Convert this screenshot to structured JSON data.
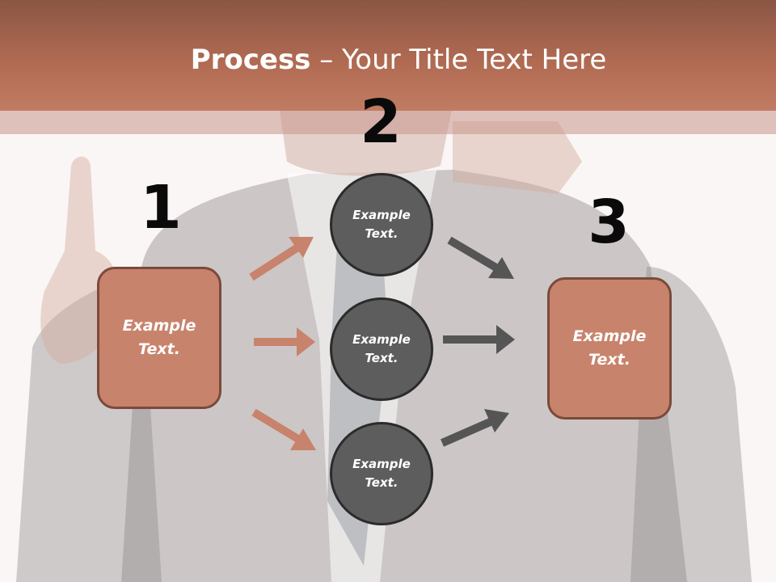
{
  "title": {
    "bold": "Process",
    "rest": " – Your Title Text Here"
  },
  "steps": [
    {
      "number": "1",
      "box_label": "Example Text."
    },
    {
      "number": "2",
      "circle_labels": [
        "Example Text.",
        "Example Text.",
        "Example Text."
      ]
    },
    {
      "number": "3",
      "box_label": "Example Text."
    }
  ],
  "colors": {
    "header": "#b06a52",
    "box_fill": "#c8836c",
    "box_border": "#7a4a3c",
    "circle_fill": "#5d5d5d",
    "arrow_left": "#c8836c",
    "arrow_right": "#555555"
  }
}
